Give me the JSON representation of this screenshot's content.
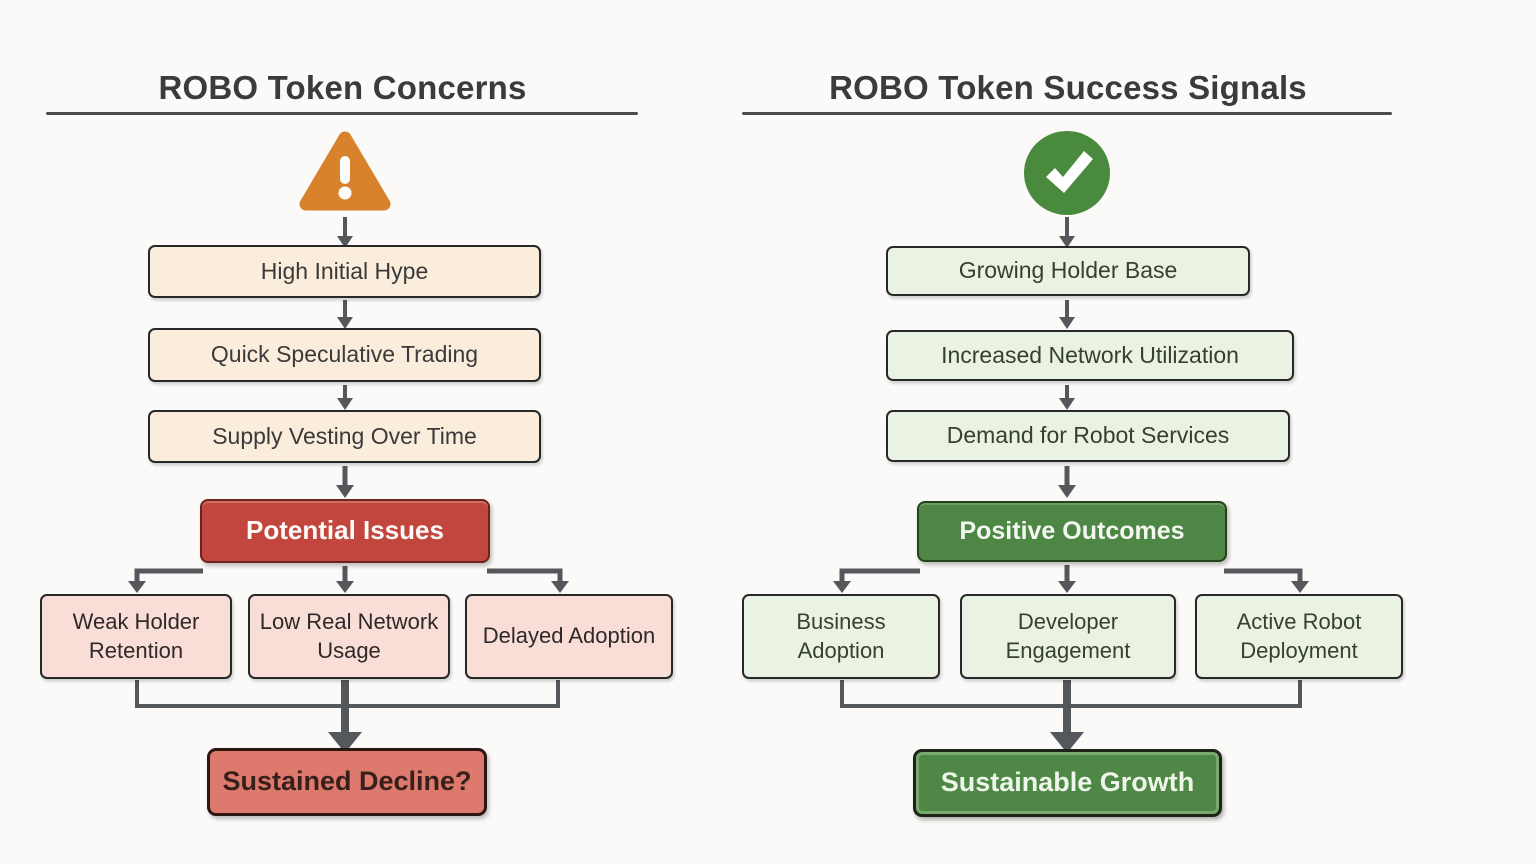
{
  "left_panel": {
    "title": "ROBO Token Concerns",
    "icon": "warning-triangle",
    "flow_boxes": [
      "High Initial Hype",
      "Quick Speculative Trading",
      "Supply Vesting Over Time"
    ],
    "hub": "Potential Issues",
    "branch_boxes": [
      "Weak Holder Retention",
      "Low Real Network Usage",
      "Delayed Adoption"
    ],
    "result": "Sustained Decline?"
  },
  "right_panel": {
    "title": "ROBO Token Success Signals",
    "icon": "check-circle",
    "flow_boxes": [
      "Growing Holder Base",
      "Increased Network Utilization",
      "Demand for Robot Services"
    ],
    "hub": "Positive Outcomes",
    "branch_boxes": [
      "Business Adoption",
      "Developer Engagement",
      "Active Robot Deployment"
    ],
    "result": "Sustainable Growth"
  },
  "colors": {
    "background": "#fbfaf8",
    "warning_orange": "#d9822c",
    "hub_red": "#c2463d",
    "result_salmon": "#dd796d",
    "hub_green": "#4d8645",
    "result_green": "#4e8746",
    "flow_cream": "#faeddb",
    "flow_light_green": "#eaf2e3",
    "branch_pink": "#f9ded7",
    "arrow_gray": "#54585c",
    "title_text": "#3b3b3b"
  }
}
